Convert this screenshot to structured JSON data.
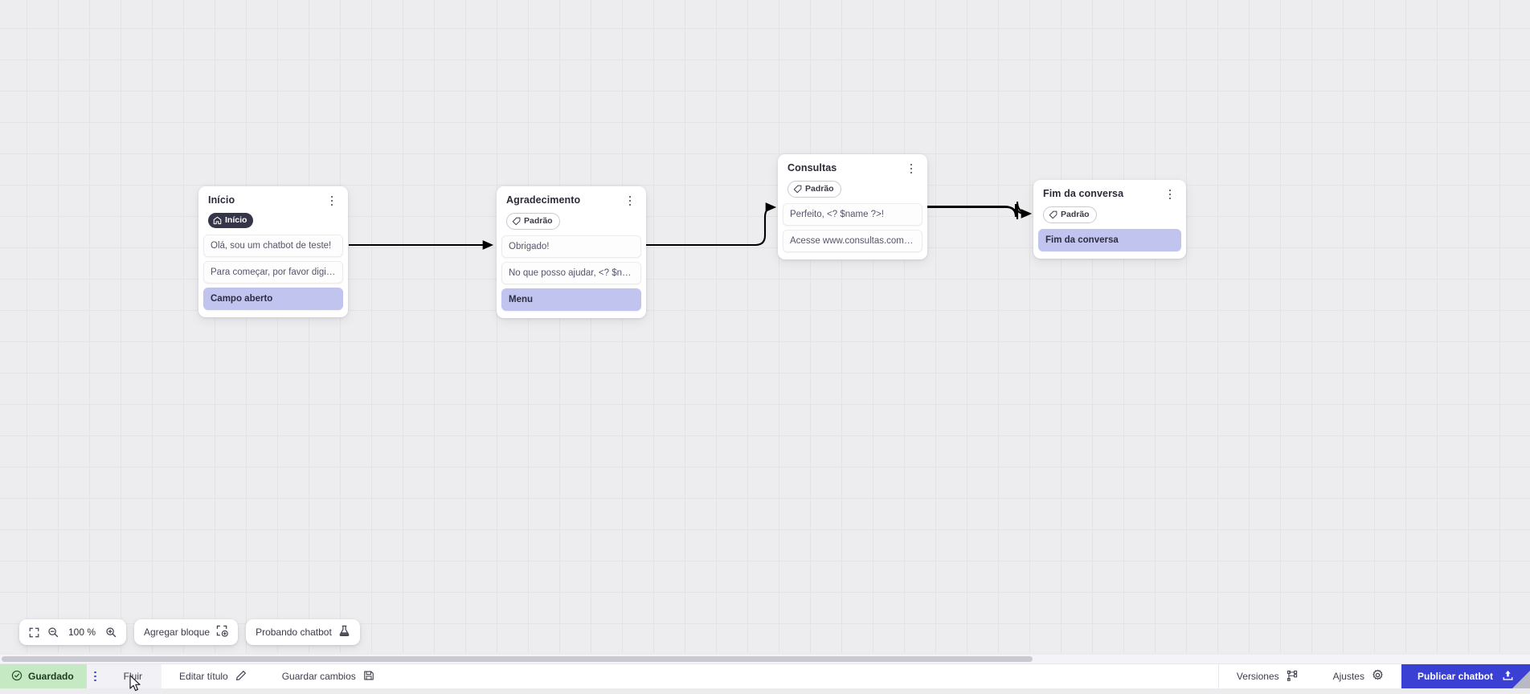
{
  "canvas": {
    "zoom_label": "100 %",
    "grid": true
  },
  "nodes": [
    {
      "id": "inicio",
      "title": "Início",
      "badge": {
        "label": "Início",
        "style": "dark",
        "icon": "home-icon"
      },
      "slots": [
        {
          "text": "Olá, sou um chatbot de teste!",
          "accent": false
        },
        {
          "text": "Para começar, por favor digite o ...",
          "accent": false
        },
        {
          "text": "Campo aberto",
          "accent": true
        }
      ]
    },
    {
      "id": "agradecimento",
      "title": "Agradecimento",
      "badge": {
        "label": "Padrão",
        "style": "outline",
        "icon": "tag-icon"
      },
      "slots": [
        {
          "text": "Obrigado!",
          "accent": false
        },
        {
          "text": "No que posso ajudar, <? $name ...",
          "accent": false
        },
        {
          "text": "Menu",
          "accent": true
        }
      ]
    },
    {
      "id": "consultas",
      "title": "Consultas",
      "badge": {
        "label": "Padrão",
        "style": "outline",
        "icon": "tag-icon"
      },
      "slots": [
        {
          "text": "Perfeito, <? $name ?>!",
          "accent": false
        },
        {
          "text": "Acesse www.consultas.com par...",
          "accent": false
        }
      ]
    },
    {
      "id": "fim",
      "title": "Fim da conversa",
      "badge": {
        "label": "Padrão",
        "style": "outline",
        "icon": "tag-icon"
      },
      "slots": [
        {
          "text": "Fim da conversa",
          "accent": true
        }
      ]
    }
  ],
  "toolbar": {
    "fit_icon": "fit-screen-icon",
    "zoom_out_icon": "zoom-out-icon",
    "zoom_value": "100 %",
    "zoom_in_icon": "zoom-in-icon",
    "add_block_label": "Agregar bloque",
    "add_block_icon": "add-block-icon",
    "test_bot_label": "Probando chatbot",
    "test_bot_icon": "flask-icon"
  },
  "statusbar": {
    "saved_label": "Guardado",
    "saved_icon": "check-circle-icon",
    "saved_bg": "#c5e9c2",
    "menu_icon": "kebab-icon",
    "flow_tab_label": "Fluir",
    "edit_title_label": "Editar título",
    "edit_title_icon": "pencil-icon",
    "save_changes_label": "Guardar cambios",
    "save_changes_icon": "save-disk-icon",
    "versions_label": "Versiones",
    "versions_icon": "branch-icon",
    "settings_label": "Ajustes",
    "settings_icon": "gear-icon",
    "publish_label": "Publicar chatbot",
    "publish_icon": "upload-icon",
    "publish_color": "#3a40d4"
  }
}
